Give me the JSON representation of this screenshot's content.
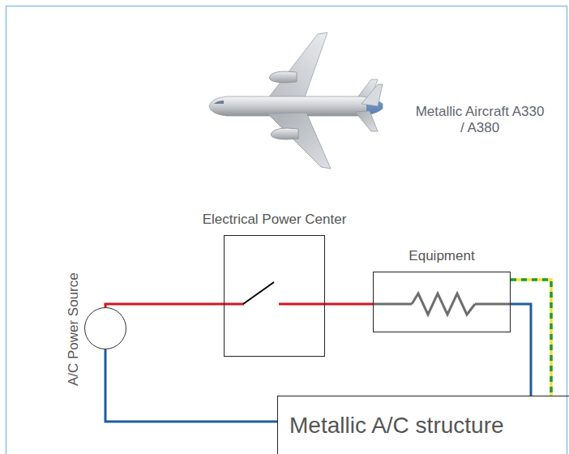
{
  "diagram": {
    "nodes": [
      {
        "text": [
          "A/C Power Source"
        ]
      },
      {
        "text": [
          "Electrical Power Center"
        ]
      },
      {
        "text": [
          "Equipment"
        ]
      },
      {
        "text": [
          "Metallic A/C structure"
        ]
      }
    ],
    "edges": [
      {
        "from": 0,
        "to": 1,
        "arrow": "none"
      },
      {
        "from": 1,
        "to": 2,
        "arrow": "none"
      },
      {
        "from": 2,
        "to": 3,
        "arrow": "none"
      },
      {
        "from": 2,
        "to": 3,
        "arrow": "none"
      },
      {
        "from": 0,
        "to": 3,
        "arrow": "none"
      }
    ],
    "labels": [
      "Metallic Aircraft A330 / A380"
    ]
  }
}
